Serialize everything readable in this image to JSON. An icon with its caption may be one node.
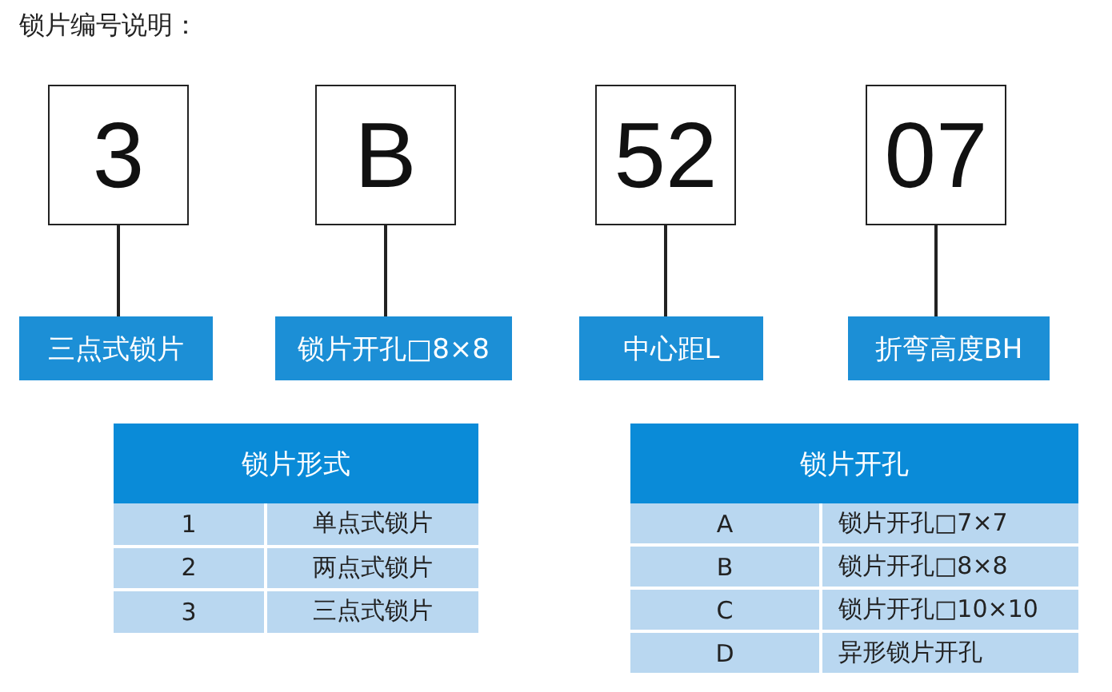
{
  "diagram": {
    "title": "锁片编号说明：",
    "nodes": [
      {
        "text": [
          "3"
        ]
      },
      {
        "text": [
          "B"
        ]
      },
      {
        "text": [
          "52"
        ]
      },
      {
        "text": [
          "07"
        ]
      },
      {
        "text": [
          "三点式锁片"
        ]
      },
      {
        "text": [
          "锁片开孔□8×8"
        ]
      },
      {
        "text": [
          "中心距L"
        ]
      },
      {
        "text": [
          "折弯高度BH"
        ]
      }
    ],
    "edges": [
      {
        "from": 0,
        "to": 4,
        "arrow": "none"
      },
      {
        "from": 1,
        "to": 5,
        "arrow": "none"
      },
      {
        "from": 2,
        "to": 6,
        "arrow": "none"
      },
      {
        "from": 3,
        "to": 7,
        "arrow": "none"
      }
    ],
    "labels": [
      "锁片形式",
      "1",
      "单点式锁片",
      "2",
      "两点式锁片",
      "3",
      "三点式锁片",
      "锁片开孔",
      "A",
      "锁片开孔□7×7",
      "B",
      "锁片开孔□8×8",
      "C",
      "锁片开孔□10×10",
      "D",
      "异形锁片开孔"
    ]
  }
}
